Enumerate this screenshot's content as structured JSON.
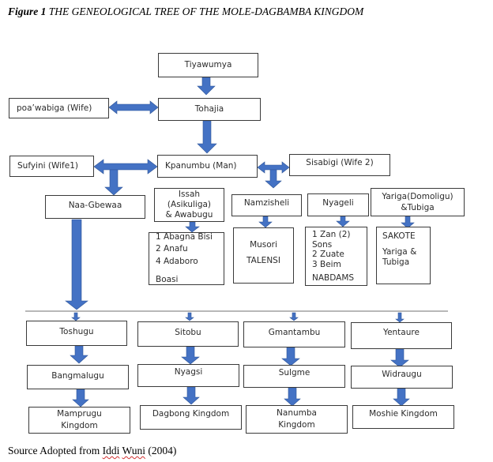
{
  "caption": {
    "label": "Figure 1",
    "title": "THE GENEOLOGICAL TREE OF THE MOLE-DAGBAMBA KINGDOM"
  },
  "nodes": {
    "tiyawumya": "Tiyawumya",
    "poawabiga": "poa’wabiga (Wife)",
    "tohajia": "Tohajia",
    "sufyini": "Sufyini (Wife1)",
    "kpanumbu": "Kpanumbu (Man)",
    "sisabigi": "Sisabigi (Wife 2)",
    "naa_gbewaa": "Naa-Gbewaa",
    "issah": [
      "Issah",
      "(Asikuliga)",
      "& Awabugu"
    ],
    "issah_children": [
      "1 Abagna Bisi",
      "2 Anafu",
      "4 Adaboro",
      "Boasi"
    ],
    "namzisheli": "Namzisheli",
    "namzisheli_children": [
      "Musori",
      "TALENSI"
    ],
    "nyageli": "Nyageli",
    "nyageli_children": [
      "1 Zan (2)",
      "Sons",
      "2 Zuate",
      "3 Beim",
      "NABDAMS"
    ],
    "yariga": [
      "Yariga(Domoligu)",
      "&Tubiga"
    ],
    "yariga_children": [
      "SAKOTE",
      "Yariga &",
      "Tubiga"
    ]
  },
  "branches": [
    {
      "level1": "Toshugu",
      "level2": "Bangmalugu",
      "level3": [
        "Mamprugu",
        "Kingdom"
      ]
    },
    {
      "level1": "Sitobu",
      "level2": "Nyagsi",
      "level3": [
        "Dagbong Kingdom"
      ]
    },
    {
      "level1": "Gmantambu",
      "level2": "Sulgme",
      "level3": [
        "Nanumba",
        "Kingdom"
      ]
    },
    {
      "level1": "Yentaure",
      "level2": "Widraugu",
      "level3": [
        "Moshie Kingdom"
      ]
    }
  ],
  "source": {
    "prefix": "Source Adopted from",
    "author_first": "Iddi",
    "author_last": "Wuni",
    "year": "(2004)"
  },
  "colors": {
    "arrow": "#4472c4",
    "arrow_edge": "#2f5597",
    "box_border": "#3a3a3a",
    "divider": "#a0a0a0"
  }
}
